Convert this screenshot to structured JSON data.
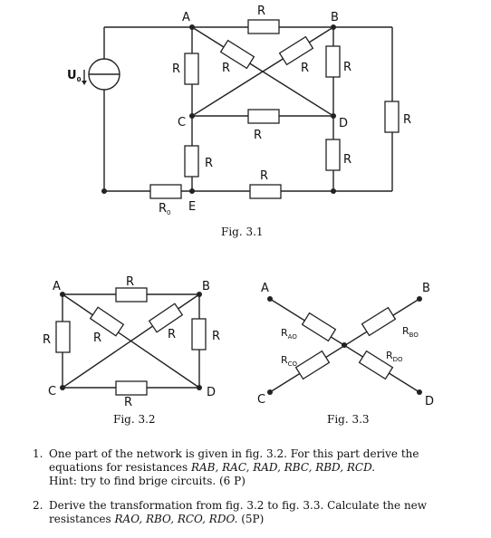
{
  "fig31": {
    "caption": "Fig. 3.1",
    "node_a": "A",
    "node_b": "B",
    "node_c": "C",
    "node_d": "D",
    "node_e": "E",
    "r": "R",
    "u_main": "U",
    "u_sub": "0",
    "r0_main": "R",
    "r0_sub": "0"
  },
  "fig32": {
    "caption": "Fig. 3.2",
    "node_a": "A",
    "node_b": "B",
    "node_c": "C",
    "node_d": "D",
    "r": "R"
  },
  "fig33": {
    "caption": "Fig. 3.3",
    "node_a": "A",
    "node_b": "B",
    "node_c": "C",
    "node_d": "D",
    "r_main": "R",
    "sub_ao": "AO",
    "sub_bo": "BO",
    "sub_co": "CO",
    "sub_do": "DO"
  },
  "tasks": [
    {
      "number": "1.",
      "text": "One part of the network is given in fig. 3.2. For this part derive the equations for resistances",
      "resistances": "RAB, RAC, RAD, RBC, RBD, RCD.",
      "hint": "Hint: try to find brige circuits. (6 P)"
    },
    {
      "number": "2.",
      "text": "Derive the transformation from fig. 3.2 to fig. 3.3. Calculate the new resistances",
      "resistances": "RAO, RBO, RCO, RDO.",
      "points": "(5P)"
    }
  ]
}
